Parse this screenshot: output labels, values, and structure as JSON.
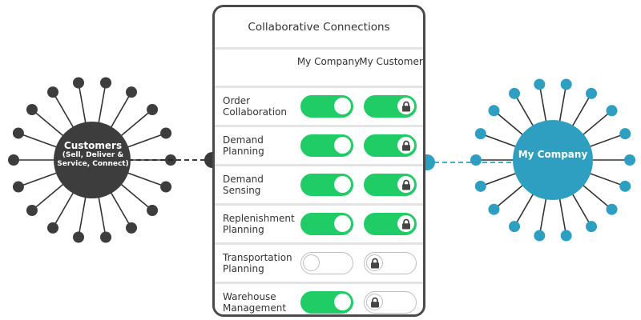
{
  "title": "Collaborative Connections",
  "columns": [
    "My Company",
    "My Customer"
  ],
  "rows": [
    {
      "label": "Order Collaboration",
      "my_company": "on",
      "my_customer": "on-locked"
    },
    {
      "label": "Demand Planning",
      "my_company": "on",
      "my_customer": "on-locked"
    },
    {
      "label": "Demand Sensing",
      "my_company": "on",
      "my_customer": "on-locked"
    },
    {
      "label": "Replenishment Planning",
      "my_company": "on",
      "my_customer": "on-locked"
    },
    {
      "label": "Transportation Planning",
      "my_company": "off",
      "my_customer": "off-locked"
    },
    {
      "label": "Warehouse Management",
      "my_company": "on",
      "my_customer": "off-locked"
    }
  ],
  "hub_left": {
    "title": "Customers",
    "subtitle": "(Sell, Deliver & Service, Connect)"
  },
  "hub_right": {
    "title": "My Company"
  },
  "colors": {
    "left_hub": "#3d3d3d",
    "right_hub": "#2e9fc0",
    "toggle_on": "#20cc66",
    "panel_border": "#4a4a4a"
  },
  "icons": {
    "toggle_lock": "lock-icon"
  }
}
